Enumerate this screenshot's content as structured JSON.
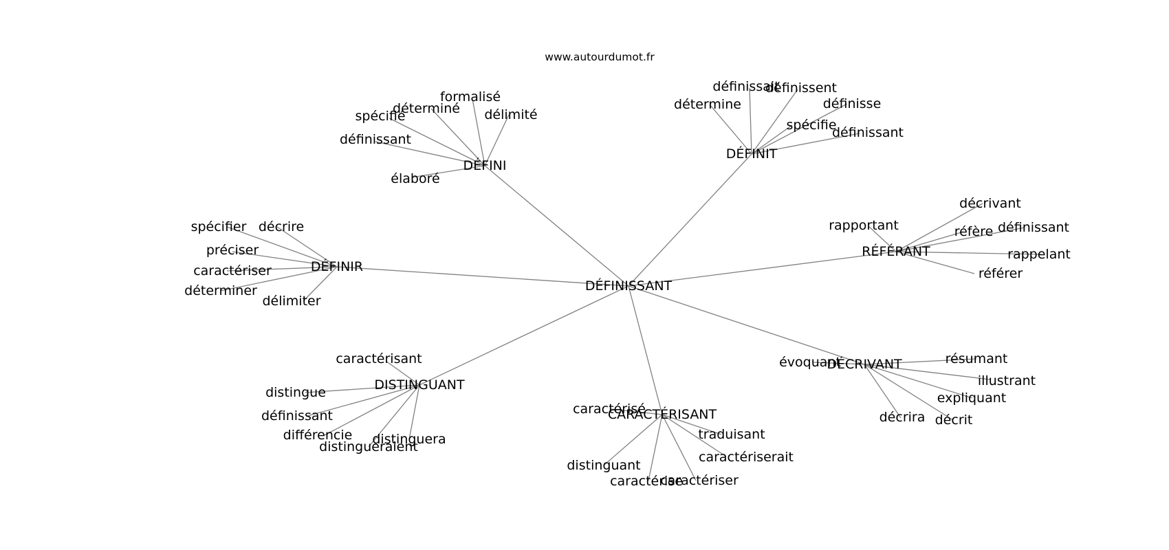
{
  "source": "www.autourdumot.fr",
  "center": "DÉFINISSANT",
  "clusters": [
    {
      "hub": "DÉFINI",
      "words": [
        "formalisé",
        "déterminé",
        "spécifié",
        "délimité",
        "définissant",
        "élaboré"
      ]
    },
    {
      "hub": "DÉFINIT",
      "words": [
        "définissait",
        "définissent",
        "détermine",
        "définisse",
        "spécifie",
        "définissant"
      ]
    },
    {
      "hub": "DÉFINIR",
      "words": [
        "spécifier",
        "décrire",
        "préciser",
        "caractériser",
        "déterminer",
        "délimiter"
      ]
    },
    {
      "hub": "RÉFÉRANT",
      "words": [
        "décrivant",
        "rapportant",
        "réfère",
        "définissant",
        "rappelant",
        "référer"
      ]
    },
    {
      "hub": "DISTINGUANT",
      "words": [
        "caractérisant",
        "distingue",
        "définissant",
        "différencie",
        "distingueraient",
        "distinguera"
      ]
    },
    {
      "hub": "CARACTÉRISANT",
      "words": [
        "caractérisé",
        "traduisant",
        "caractériserait",
        "distinguant",
        "caractérise",
        "caractériser"
      ]
    },
    {
      "hub": "DÉCRIVANT",
      "words": [
        "évoquant",
        "résumant",
        "illustrant",
        "expliquant",
        "décrira",
        "décrit"
      ]
    }
  ]
}
